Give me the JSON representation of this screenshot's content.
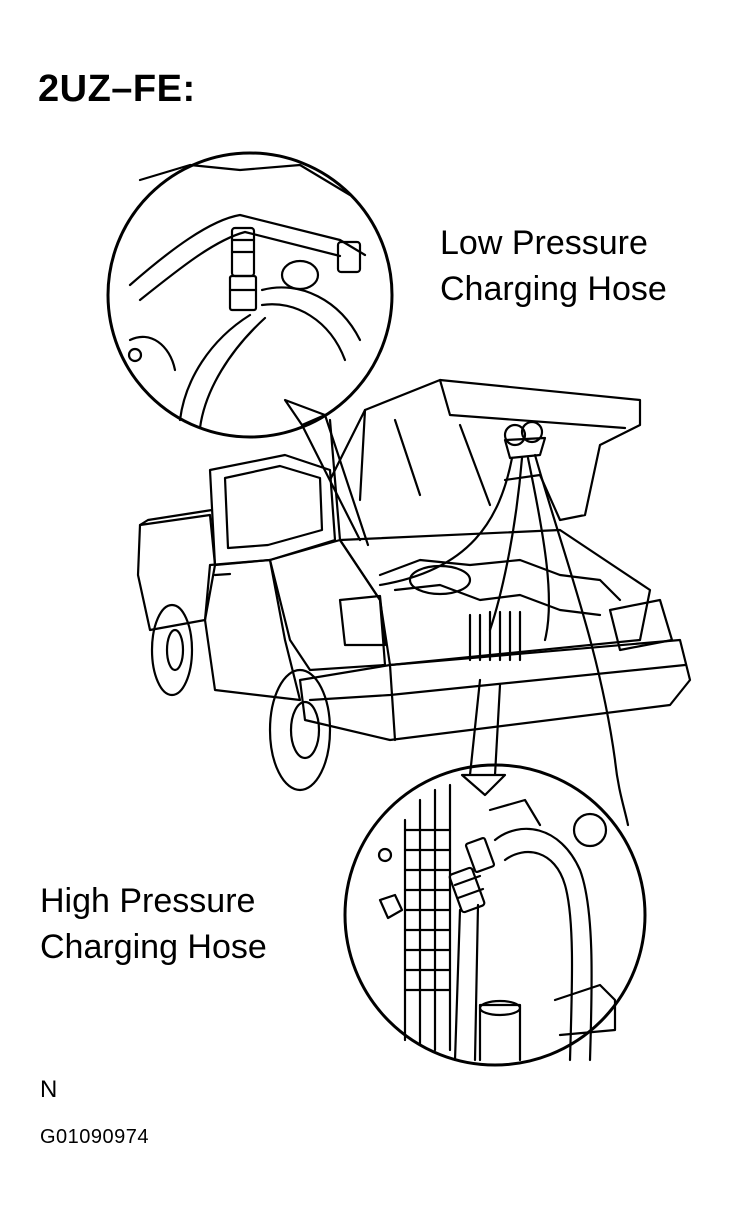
{
  "engine_label": "2UZ–FE:",
  "callouts": {
    "low_pressure": {
      "line1": "Low Pressure",
      "line2": "Charging Hose"
    },
    "high_pressure": {
      "line1": "High  Pressure",
      "line2": "Charging Hose"
    }
  },
  "orientation_mark": "N",
  "figure_code": "G01090974",
  "colors": {
    "ink": "#000000",
    "paper": "#ffffff"
  }
}
